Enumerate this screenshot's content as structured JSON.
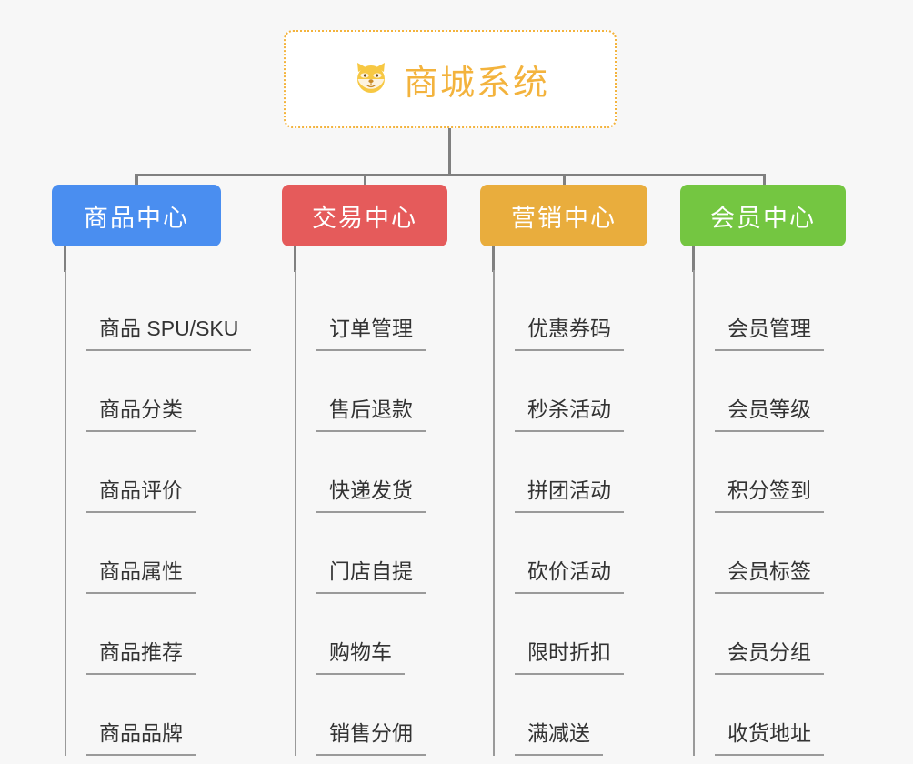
{
  "diagram": {
    "type": "org-chart",
    "root": {
      "icon": "shiba-dog-face-icon",
      "title": "商城系统",
      "color": "#f3b33d",
      "border_style": "dotted",
      "background": "#ffffff"
    },
    "connector_color": "#808080",
    "background": "#f7f7f7",
    "branches": [
      {
        "label": "商品中心",
        "color": "#4a8ef0",
        "items": [
          "商品 SPU/SKU",
          "商品分类",
          "商品评价",
          "商品属性",
          "商品推荐",
          "商品品牌"
        ]
      },
      {
        "label": "交易中心",
        "color": "#e55b5b",
        "items": [
          "订单管理",
          "售后退款",
          "快递发货",
          "门店自提",
          "购物车",
          "销售分佣"
        ]
      },
      {
        "label": "营销中心",
        "color": "#e9ad3d",
        "items": [
          "优惠券码",
          "秒杀活动",
          "拼团活动",
          "砍价活动",
          "限时折扣",
          "满减送"
        ]
      },
      {
        "label": "会员中心",
        "color": "#74c641",
        "items": [
          "会员管理",
          "会员等级",
          "积分签到",
          "会员标签",
          "会员分组",
          "收货地址"
        ]
      }
    ]
  }
}
